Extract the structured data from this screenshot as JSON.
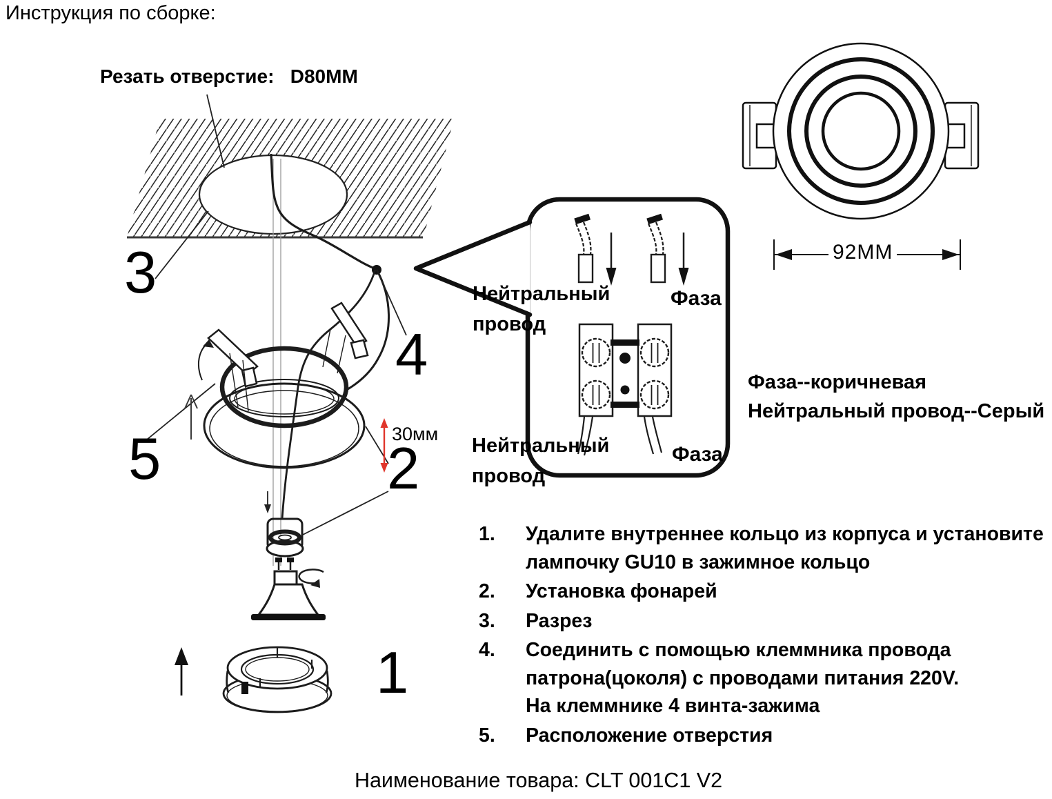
{
  "page": {
    "title": "Инструкция по сборке:",
    "product_name": "Наименование товара: CLT 001C1 V2"
  },
  "diagram": {
    "cut_hole_label": "Резать отверстие:   D80MM",
    "depth_label": "30мм",
    "numbers": {
      "n1": "1",
      "n2": "2",
      "n3": "3",
      "n4": "4",
      "n5": "5"
    }
  },
  "front_view": {
    "diameter_label": "92MM"
  },
  "wiring": {
    "neutral_top": "Нейтральный\nпровод",
    "phase_top": "Фаза",
    "neutral_bottom": "Нейтральный\nпровод",
    "phase_bottom": "Фаза",
    "legend_line1": "Фаза--коричневая",
    "legend_line2": "Нейтральный провод--Серый"
  },
  "instructions": {
    "items": [
      {
        "num": "1.",
        "text": "Удалите внутреннее кольцо из корпуса и установите\nлампочку GU10 в зажимное кольцо"
      },
      {
        "num": "2.",
        "text": "Установка фонарей"
      },
      {
        "num": "3.",
        "text": "Разрез"
      },
      {
        "num": "4.",
        "text": "Соединить с помощью клеммника провода\nпатрона(цоколя) с проводами питания 220V.\nНа клеммнике 4 винта-зажима"
      },
      {
        "num": "5.",
        "text": "Расположение отверстия"
      }
    ]
  },
  "colors": {
    "line": "#1c1c1c",
    "accent_red": "#e0352b"
  }
}
